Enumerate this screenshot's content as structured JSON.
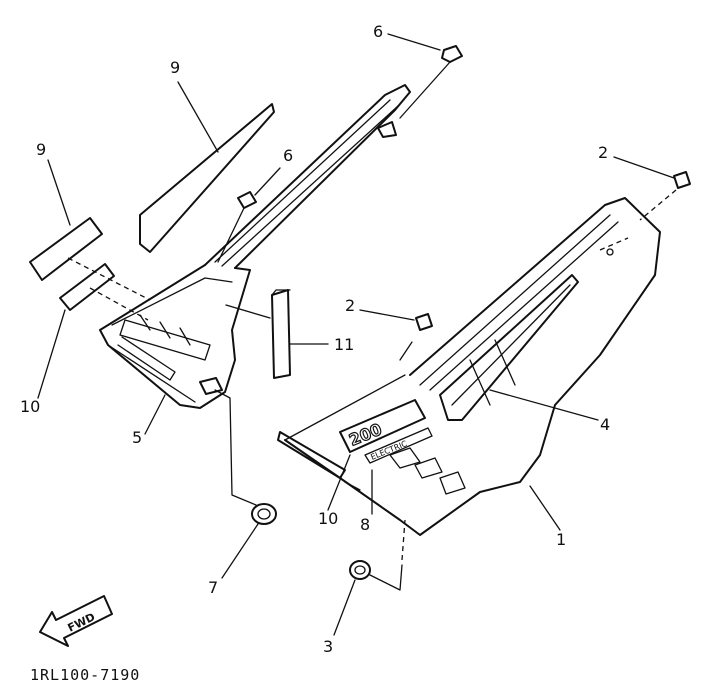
{
  "diagram": {
    "drawing_code": "1RL100-7190",
    "fwd_label": "FWD",
    "decal_model": "200",
    "decal_sub": "ELECTRIC",
    "callouts": [
      {
        "id": "c1",
        "label": "1"
      },
      {
        "id": "c2a",
        "label": "2"
      },
      {
        "id": "c2b",
        "label": "2"
      },
      {
        "id": "c3",
        "label": "3"
      },
      {
        "id": "c4",
        "label": "4"
      },
      {
        "id": "c5",
        "label": "5"
      },
      {
        "id": "c6a",
        "label": "6"
      },
      {
        "id": "c6b",
        "label": "6"
      },
      {
        "id": "c7",
        "label": "7"
      },
      {
        "id": "c8",
        "label": "8"
      },
      {
        "id": "c9a",
        "label": "9"
      },
      {
        "id": "c9b",
        "label": "9"
      },
      {
        "id": "c10a",
        "label": "10"
      },
      {
        "id": "c10b",
        "label": "10"
      },
      {
        "id": "c11",
        "label": "11"
      }
    ]
  }
}
